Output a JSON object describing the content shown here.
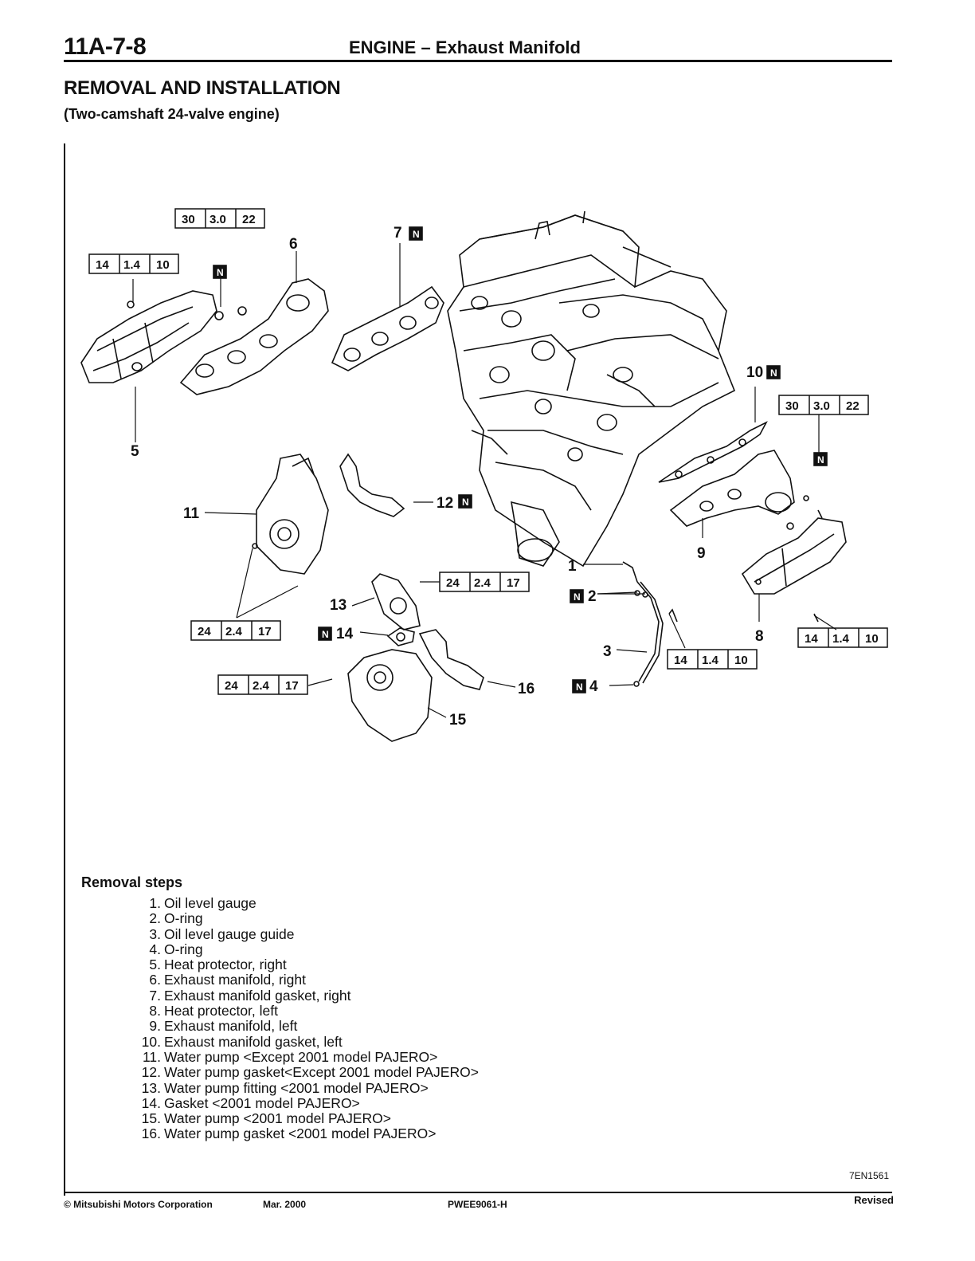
{
  "header": {
    "section_code": "11A-7-8",
    "title": "ENGINE – Exhaust Manifold"
  },
  "section": {
    "title": "REMOVAL AND INSTALLATION",
    "subtitle": "(Two-camshaft 24-valve engine)"
  },
  "diagram": {
    "callouts": [
      "1",
      "2",
      "3",
      "4",
      "5",
      "6",
      "7",
      "8",
      "9",
      "10",
      "11",
      "12",
      "13",
      "14",
      "15",
      "16"
    ],
    "new_part_mark": "N",
    "torque_specs": {
      "spec_30": [
        "30",
        "3.0",
        "22"
      ],
      "spec_24": [
        "24",
        "2.4",
        "17"
      ],
      "spec_14": [
        "14",
        "1.4",
        "10"
      ]
    },
    "figure_code": "7EN1561"
  },
  "removal": {
    "title": "Removal steps",
    "steps": [
      {
        "num": "1.",
        "text": "Oil level gauge"
      },
      {
        "num": "2.",
        "text": "O-ring"
      },
      {
        "num": "3.",
        "text": "Oil level gauge guide"
      },
      {
        "num": "4.",
        "text": "O-ring"
      },
      {
        "num": "5.",
        "text": "Heat protector, right"
      },
      {
        "num": "6.",
        "text": "Exhaust manifold, right"
      },
      {
        "num": "7.",
        "text": "Exhaust manifold gasket, right"
      },
      {
        "num": "8.",
        "text": "Heat protector, left"
      },
      {
        "num": "9.",
        "text": "Exhaust manifold, left"
      },
      {
        "num": "10.",
        "text": "Exhaust manifold gasket, left"
      },
      {
        "num": "11.",
        "text": "Water pump <Except 2001 model PAJERO>"
      },
      {
        "num": "12.",
        "text": "Water pump gasket<Except 2001 model PAJERO>"
      },
      {
        "num": "13.",
        "text": "Water pump fitting <2001 model PAJERO>"
      },
      {
        "num": "14.",
        "text": "Gasket <2001 model PAJERO>"
      },
      {
        "num": "15.",
        "text": "Water pump <2001 model PAJERO>"
      },
      {
        "num": "16.",
        "text": "Water pump gasket <2001 model PAJERO>"
      }
    ]
  },
  "footer": {
    "copyright": "© Mitsubishi Motors Corporation",
    "date": "Mar. 2000",
    "pub_code": "PWEE9061-H",
    "status": "Revised"
  }
}
